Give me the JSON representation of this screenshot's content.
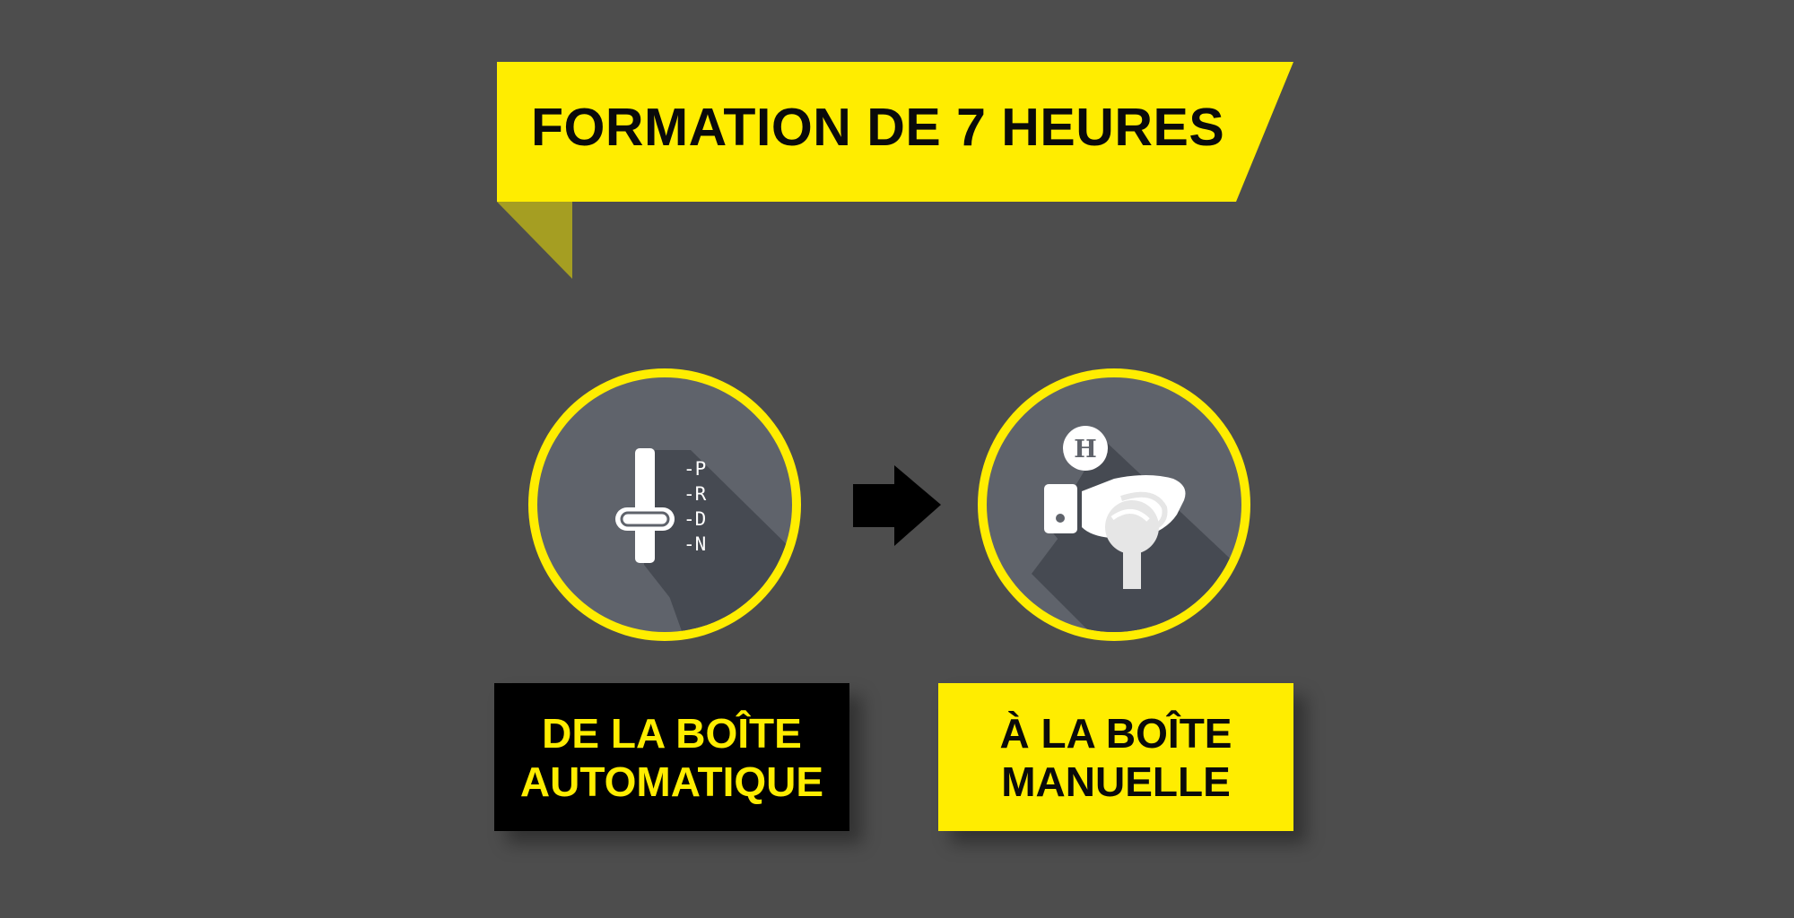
{
  "banner": {
    "title": "FORMATION DE 7 HEURES"
  },
  "auto_icon": {
    "gears": [
      "-P",
      "-R",
      "-D",
      "-N"
    ]
  },
  "manual_icon": {
    "badge": "H"
  },
  "labels": {
    "automatic": {
      "line1": "DE LA BOÎTE",
      "line2": "AUTOMATIQUE"
    },
    "manual": {
      "line1": "À LA BOÎTE",
      "line2": "MANUELLE"
    }
  },
  "colors": {
    "background": "#4d4d4d",
    "accent_yellow": "#ffed00",
    "fold_olive": "#a59e22",
    "circle_fill": "#5f636b",
    "icon_white": "#ffffff",
    "arrow": "#000000"
  }
}
